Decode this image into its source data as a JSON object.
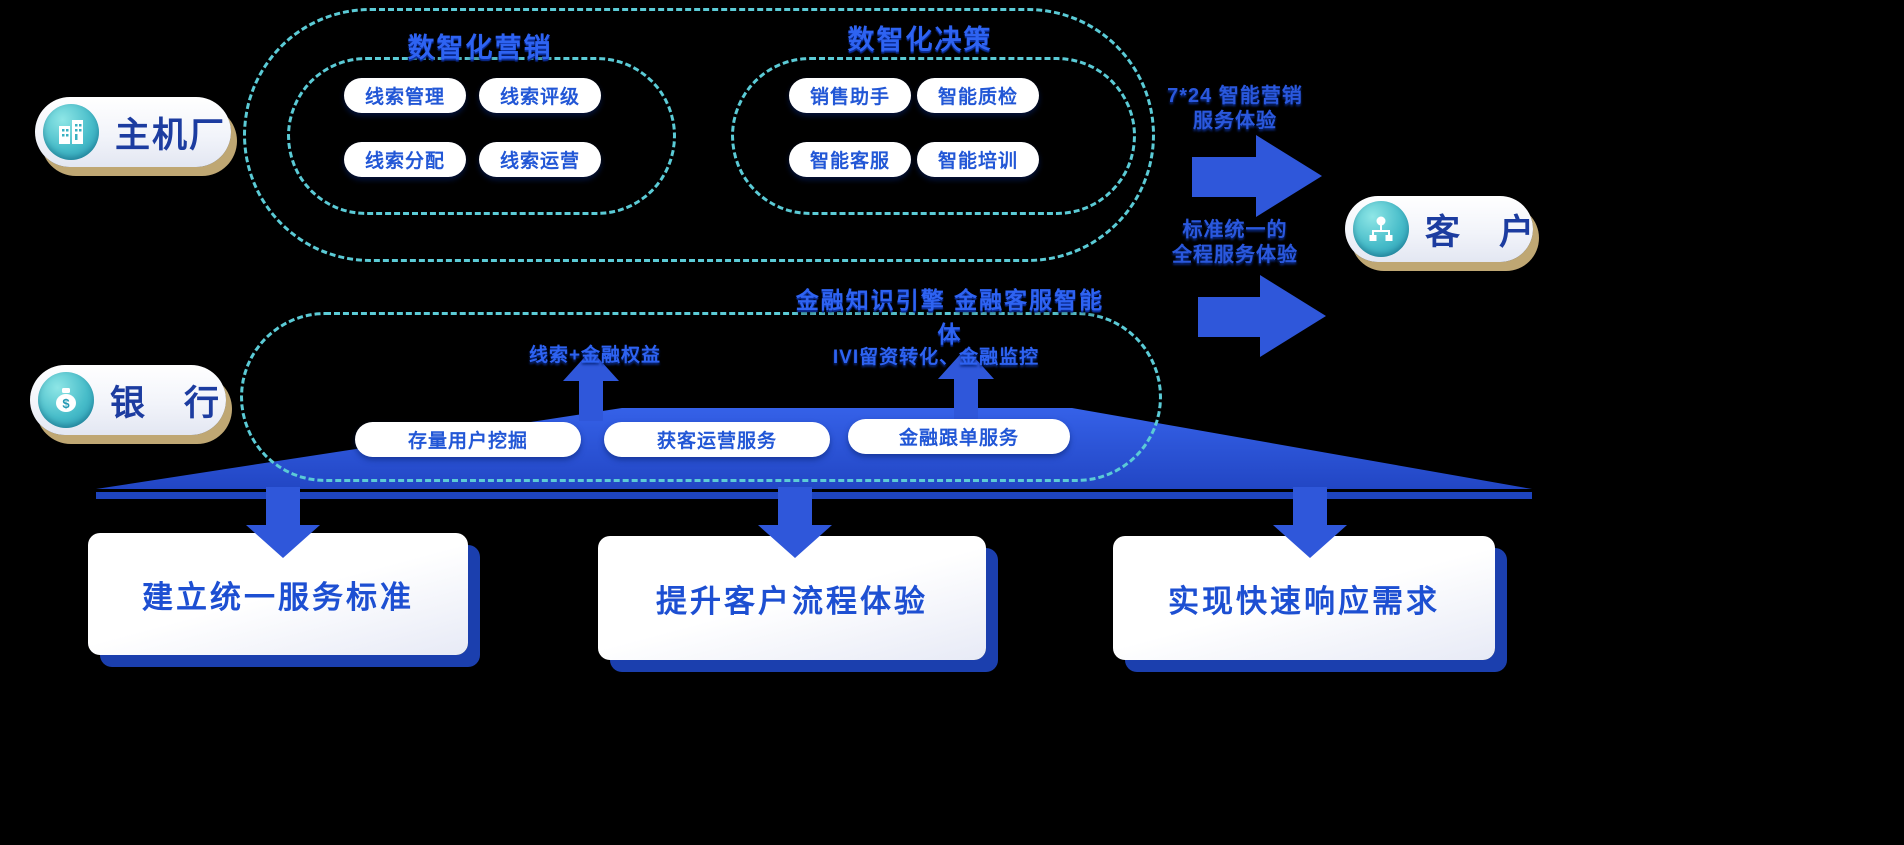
{
  "actors": {
    "oem": {
      "label": "主机厂",
      "icon": "building-icon"
    },
    "bank": {
      "label": "银　行",
      "icon": "money-bag-icon"
    },
    "customer": {
      "label": "客　户",
      "icon": "org-icon"
    }
  },
  "marketing": {
    "title": "数智化营销",
    "items": [
      "线索管理",
      "线索评级",
      "线索分配",
      "线索运营"
    ]
  },
  "decision": {
    "title": "数智化决策",
    "items": [
      "销售助手",
      "智能质检",
      "智能客服",
      "智能培训"
    ]
  },
  "right_notes": {
    "note1_line1": "7*24 智能营销",
    "note1_line2": "服务体验",
    "note2_line1": "标准统一的",
    "note2_line2": "全程服务体验"
  },
  "finance": {
    "engine_title": "金融知识引擎  金融客服智能体",
    "left_note": "线索+金融权益",
    "right_note": "IVI留资转化、金融监控",
    "pills": [
      "存量用户挖掘",
      "获客运营服务",
      "金融跟单服务"
    ]
  },
  "bottom_cards": [
    "建立统一服务标准",
    "提升客户流程体验",
    "实现快速响应需求"
  ],
  "colors": {
    "accent_blue": "#2f57da",
    "teal_dash": "#5bcbd6",
    "text_blue": "#1d4fd2",
    "badge_shadow": "#bfa773"
  }
}
